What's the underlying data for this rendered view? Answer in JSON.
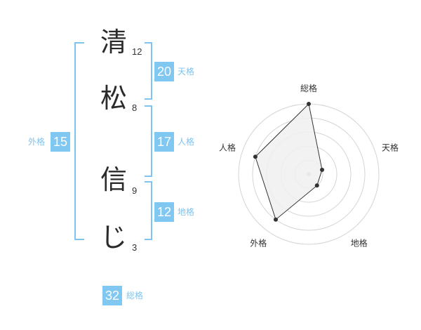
{
  "name": {
    "chars": [
      {
        "char": "清",
        "strokes": "12"
      },
      {
        "char": "松",
        "strokes": "8"
      },
      {
        "char": "信",
        "strokes": "9"
      },
      {
        "char": "じ",
        "strokes": "3"
      }
    ]
  },
  "scores": {
    "tenkaku": {
      "value": "20",
      "label": "天格"
    },
    "jinkaku": {
      "value": "17",
      "label": "人格"
    },
    "chikaku": {
      "value": "12",
      "label": "地格"
    },
    "gaikaku": {
      "value": "15",
      "label": "外格"
    },
    "soukaku": {
      "value": "32",
      "label": "総格"
    }
  },
  "chart_data": {
    "type": "radar",
    "axes": [
      "総格",
      "天格",
      "地格",
      "外格",
      "人格"
    ],
    "values": [
      5,
      1,
      1,
      4,
      4
    ],
    "max": 5,
    "rings": 5,
    "colors": {
      "fill": "#f0f0f0",
      "line": "#333333",
      "point": "#333333",
      "ring": "#d4d4d4",
      "center": "#bbbbbb"
    }
  }
}
